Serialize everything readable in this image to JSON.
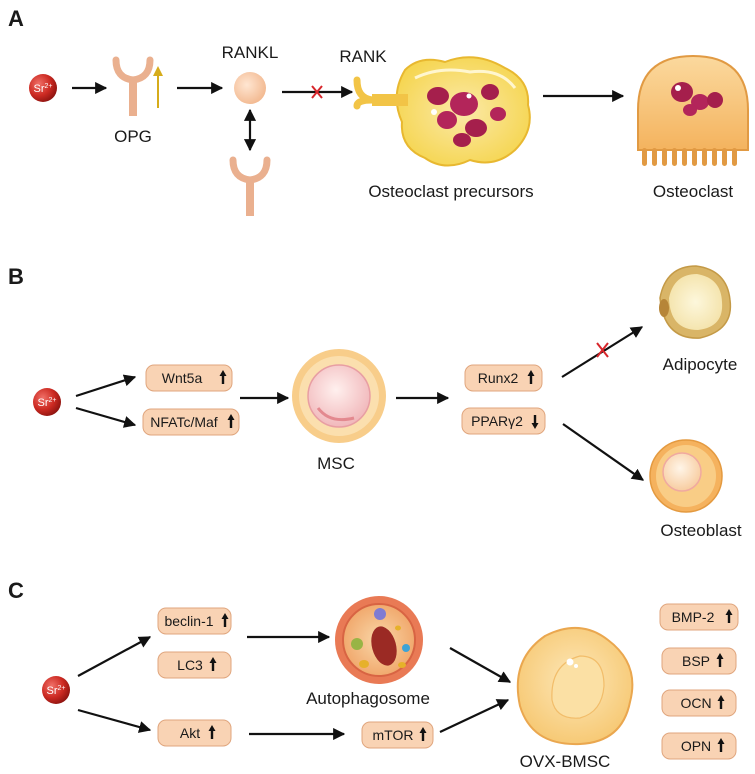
{
  "panels": {
    "a": {
      "letter": "A",
      "ion": "Sr2+",
      "opg": "OPG",
      "rankl": "RANKL",
      "rank": "RANK",
      "precursors": "Osteoclast precursors",
      "osteoclast": "Osteoclast"
    },
    "b": {
      "letter": "B",
      "ion": "Sr2+",
      "wnt5a": "Wnt5a",
      "nfatc": "NFATc/Maf",
      "msc": "MSC",
      "runx2": "Runx2",
      "ppar": "PPARγ2",
      "adipocyte": "Adipocyte",
      "osteoblast": "Osteoblast"
    },
    "c": {
      "letter": "C",
      "ion": "Sr2+",
      "beclin": "beclin-1",
      "lc3": "LC3",
      "akt": "Akt",
      "mtor": "mTOR",
      "autophagosome": "Autophagosome",
      "ovx": "OVX-BMSC",
      "bmp2": "BMP-2",
      "bsp": "BSP",
      "ocn": "OCN",
      "opn": "OPN"
    }
  },
  "colors": {
    "pill_fill": "#f9d3b4",
    "pill_stroke": "#e0a67e",
    "receptor": "#eab08f",
    "sr_ball": "#cc2a22",
    "inhibit": "#d7262b",
    "up_arrow_yellow": "#d6ac1b"
  }
}
